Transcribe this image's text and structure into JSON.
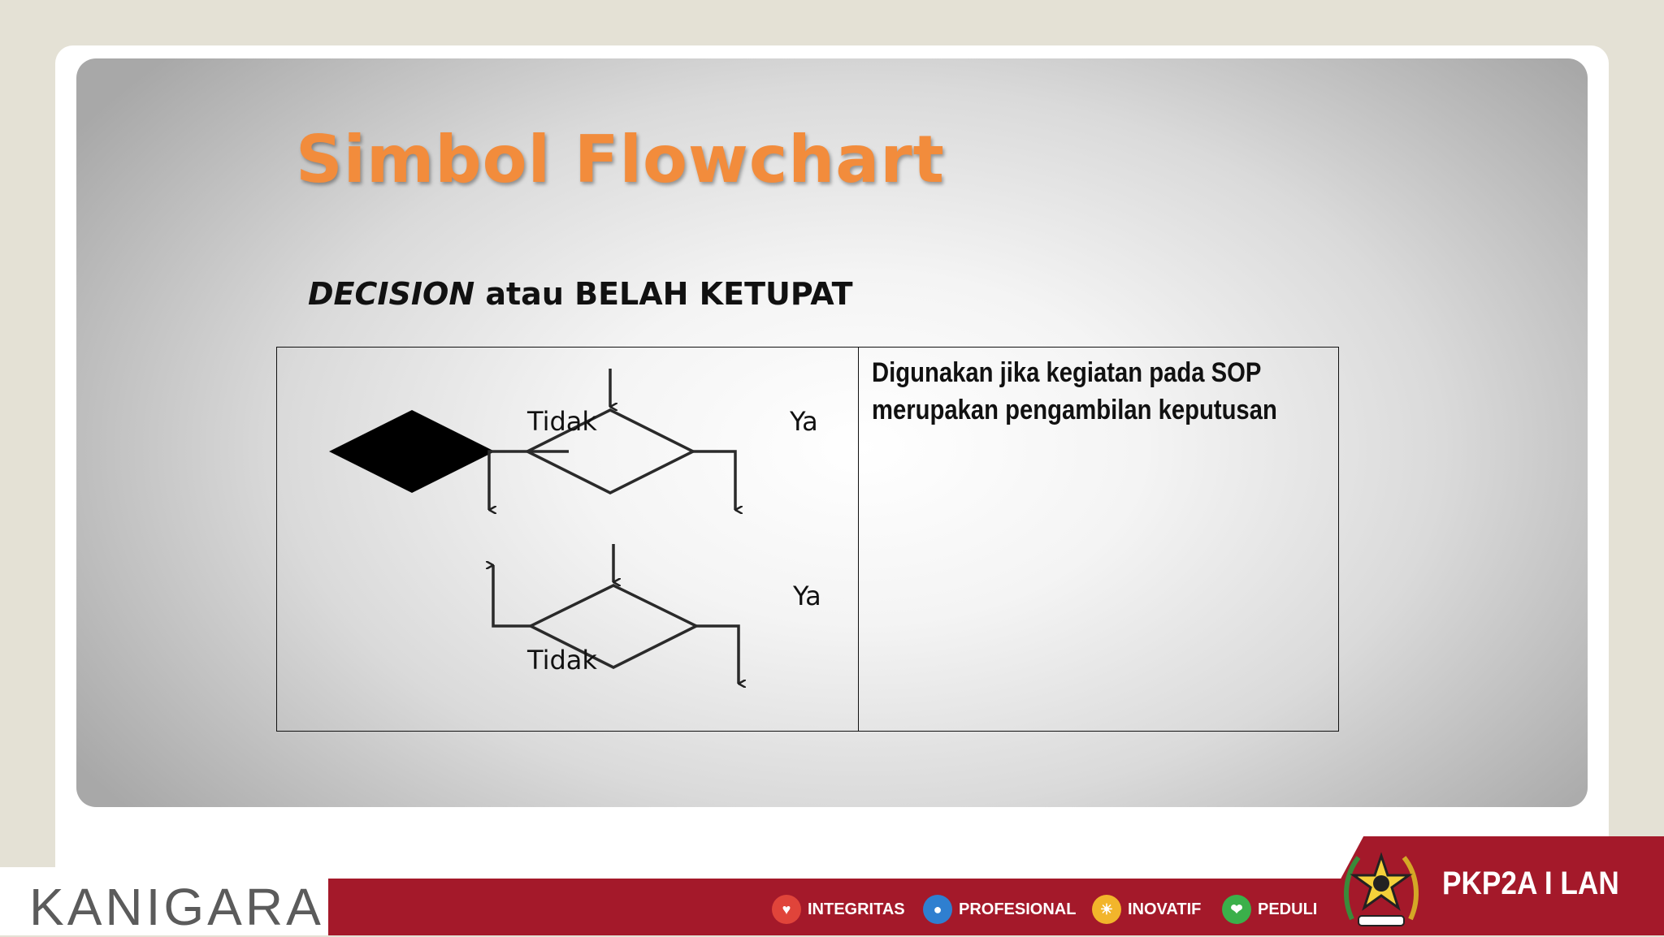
{
  "slide": {
    "title": "Simbol Flowchart",
    "subtitle_italic": "DECISION",
    "subtitle_rest": " atau BELAH KETUPAT",
    "description": "Digunakan  jika kegiatan pada SOP merupakan pengambilan keputusan",
    "diagram_top": {
      "left_label": "Tidak",
      "right_label": "Ya"
    },
    "diagram_bottom": {
      "left_label": "Tidak",
      "right_label": "Ya"
    }
  },
  "footer": {
    "brand": "KANIGARA",
    "values": [
      {
        "label": "INTEGRITAS",
        "icon": "handshake-icon",
        "color": "#e0443a"
      },
      {
        "label": "PROFESIONAL",
        "icon": "head-icon",
        "color": "#2f7fd0"
      },
      {
        "label": "INOVATIF",
        "icon": "lightbulb-icon",
        "color": "#f2b52b"
      },
      {
        "label": "PEDULI",
        "icon": "heart-hands-icon",
        "color": "#3bb04a"
      }
    ],
    "org": "PKP2A I LAN",
    "emblem_icon": "garuda-emblem-icon"
  },
  "colors": {
    "title": "#f28c3c",
    "footer_red": "#a4192a",
    "brand_accent": "#d0101b"
  }
}
